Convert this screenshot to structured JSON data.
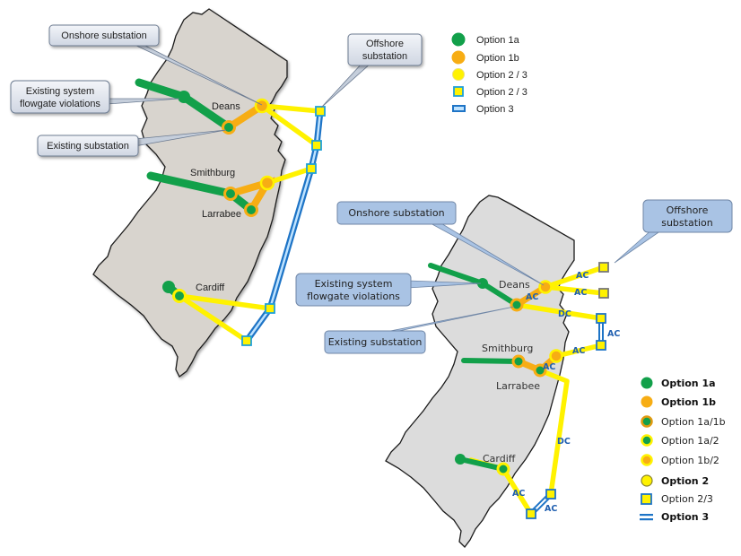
{
  "colors": {
    "green": "#12a04a",
    "orange": "#f7ad14",
    "yellow": "#fff200",
    "blue": "#1e74c6",
    "map_fill_left": "#d8d4ce",
    "map_fill_right": "#dcdcdc",
    "callout_left": "#dfe4ec",
    "callout_right": "#a9c3e4"
  },
  "left_map": {
    "cities": {
      "deans": "Deans",
      "smithburg": "Smithburg",
      "larrabee": "Larrabee",
      "cardiff": "Cardiff"
    },
    "callouts": {
      "onshore": "Onshore substation",
      "offshore_line1": "Offshore",
      "offshore_line2": "substation",
      "flowgate_line1": "Existing system",
      "flowgate_line2": "flowgate violations",
      "existing": "Existing substation"
    },
    "legend": [
      {
        "icon": "green-circle-icon",
        "label": "Option 1a"
      },
      {
        "icon": "orange-circle-icon",
        "label": "Option 1b"
      },
      {
        "icon": "yellow-circle-icon",
        "label": "Option 2 / 3"
      },
      {
        "icon": "yellow-square-icon",
        "label": "Option 2 / 3"
      },
      {
        "icon": "blue-double-line-icon",
        "label": "Option 3"
      }
    ]
  },
  "right_map": {
    "cities": {
      "deans": "Deans",
      "smithburg": "Smithburg",
      "larrabee": "Larrabee",
      "cardiff": "Cardiff"
    },
    "callouts": {
      "onshore": "Onshore substation",
      "offshore_line1": "Offshore",
      "offshore_line2": "substation",
      "flowgate_line1": "Existing system",
      "flowgate_line2": "flowgate violations",
      "existing": "Existing substation"
    },
    "line_labels": {
      "deans_ac_1": "AC",
      "deans_ac_2": "AC",
      "deans_ac_3": "AC",
      "deans_dc": "DC",
      "offshore_link_ac": "AC",
      "smithburg_ac": "AC",
      "larrabee_ac": "AC",
      "larrabee_dc": "DC",
      "cardiff_ac": "AC",
      "south_link_ac": "AC"
    },
    "legend": [
      {
        "icon": "green-circle-icon",
        "label": "Option 1a",
        "bold": true
      },
      {
        "icon": "orange-circle-icon",
        "label": "Option 1b",
        "bold": true
      },
      {
        "icon": "green-orange-ring-icon",
        "label": "Option 1a/1b",
        "bold": false
      },
      {
        "icon": "green-yellow-ring-icon",
        "label": "Option 1a/2",
        "bold": false
      },
      {
        "icon": "orange-yellow-ring-icon",
        "label": "Option 1b/2",
        "bold": false
      },
      {
        "icon": "yellow-circle-icon",
        "label": "Option 2",
        "bold": true
      },
      {
        "icon": "yellow-square-icon",
        "label": "Option 2/3",
        "bold": false
      },
      {
        "icon": "blue-double-line-icon",
        "label": "Option 3",
        "bold": true
      }
    ]
  }
}
